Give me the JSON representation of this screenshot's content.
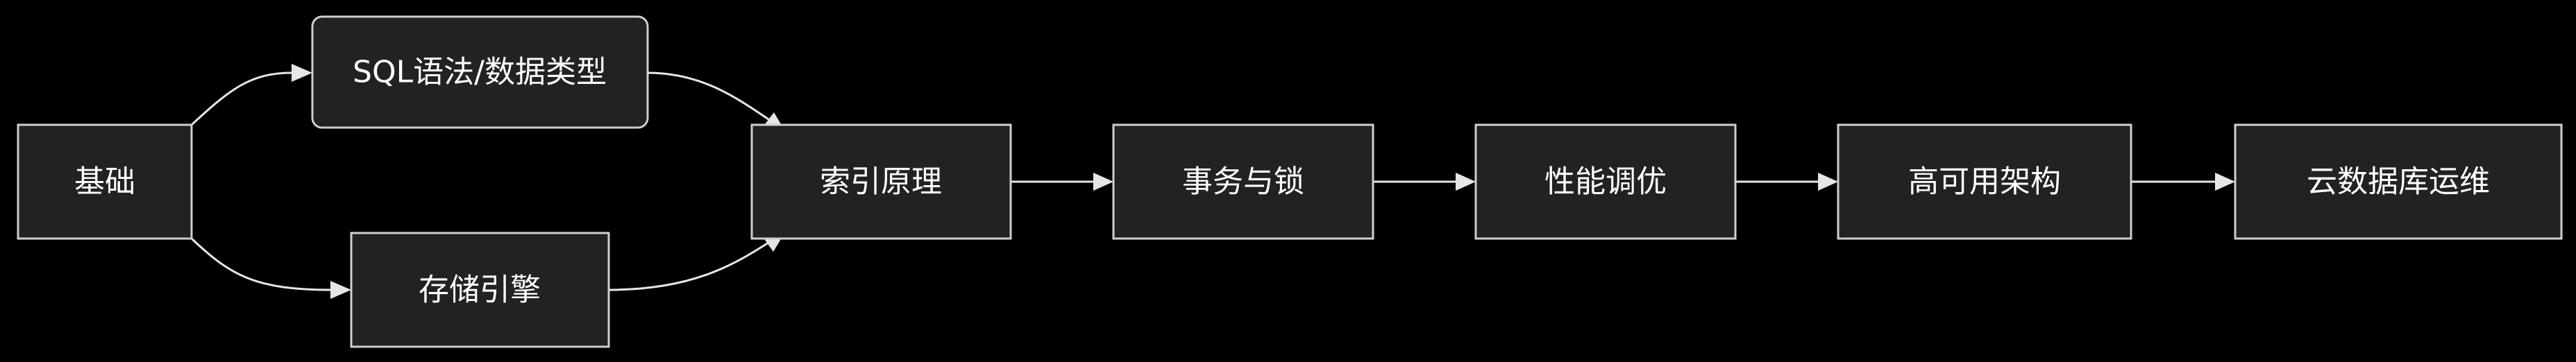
{
  "diagram": {
    "nodes": [
      {
        "id": "basics",
        "label": "基础"
      },
      {
        "id": "sql",
        "label": "SQL语法/数据类型"
      },
      {
        "id": "storage",
        "label": "存储引擎"
      },
      {
        "id": "index",
        "label": "索引原理"
      },
      {
        "id": "tx",
        "label": "事务与锁"
      },
      {
        "id": "perf",
        "label": "性能调优"
      },
      {
        "id": "ha",
        "label": "高可用架构"
      },
      {
        "id": "cloud",
        "label": "云数据库运维"
      }
    ],
    "edges": [
      {
        "from": "basics",
        "to": "sql"
      },
      {
        "from": "basics",
        "to": "storage"
      },
      {
        "from": "sql",
        "to": "index"
      },
      {
        "from": "storage",
        "to": "index"
      },
      {
        "from": "index",
        "to": "tx"
      },
      {
        "from": "tx",
        "to": "perf"
      },
      {
        "from": "perf",
        "to": "ha"
      },
      {
        "from": "ha",
        "to": "cloud"
      }
    ],
    "colors": {
      "background": "#000000",
      "node_fill": "#222222",
      "node_stroke": "#cfcfcf",
      "edge": "#e6e6e6",
      "text": "#ffffff"
    }
  }
}
